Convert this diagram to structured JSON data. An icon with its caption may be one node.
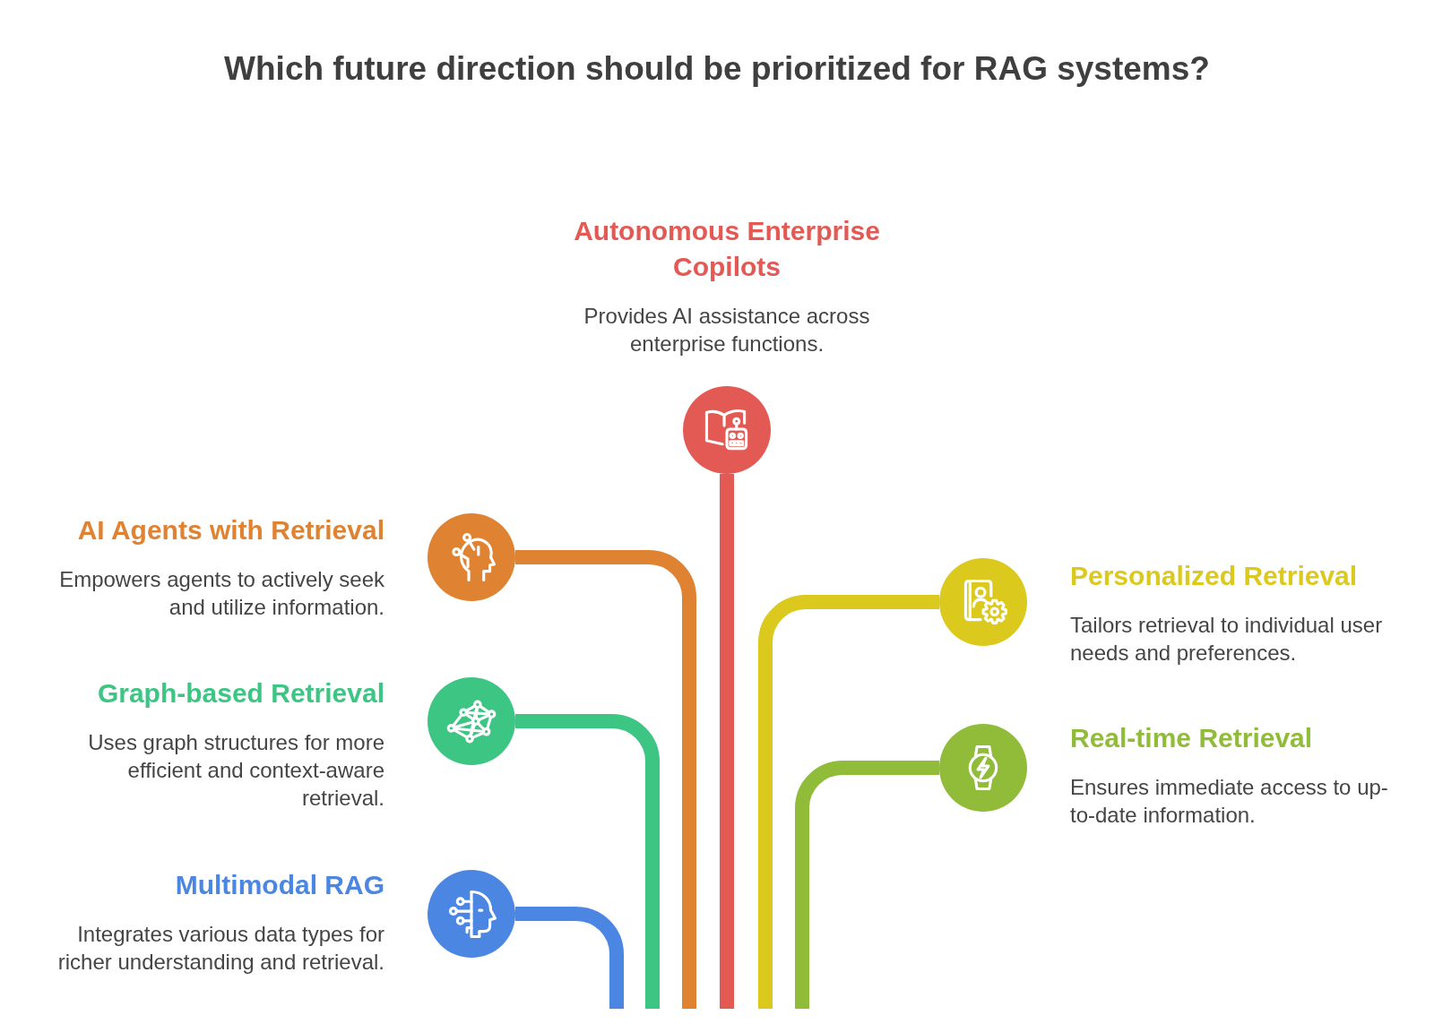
{
  "diagram": {
    "title": "Which future direction should be prioritized for RAG systems?",
    "nodes": [
      {
        "text": [
          "Autonomous Enterprise Copilots",
          "Provides AI assistance across enterprise functions."
        ]
      },
      {
        "text": [
          "AI Agents with Retrieval",
          "Empowers agents to actively seek and utilize information."
        ]
      },
      {
        "text": [
          "Personalized Retrieval",
          "Tailors retrieval to individual user needs and preferences."
        ]
      },
      {
        "text": [
          "Graph-based Retrieval",
          "Uses graph structures for more efficient and context-aware retrieval."
        ]
      },
      {
        "text": [
          "Real-time Retrieval",
          "Ensures immediate access to up-to-date information."
        ]
      },
      {
        "text": [
          "Multimodal RAG",
          "Integrates various data types for richer understanding and retrieval."
        ]
      }
    ],
    "edges": [
      {
        "from": null,
        "to": 0,
        "arrow": "none",
        "color": "#e35a55"
      },
      {
        "from": null,
        "to": 1,
        "arrow": "none",
        "color": "#df8231"
      },
      {
        "from": null,
        "to": 2,
        "arrow": "none",
        "color": "#dcc91d"
      },
      {
        "from": null,
        "to": 3,
        "arrow": "none",
        "color": "#3dc584"
      },
      {
        "from": null,
        "to": 4,
        "arrow": "none",
        "color": "#90bc3a"
      },
      {
        "from": null,
        "to": 5,
        "arrow": "none",
        "color": "#4b87e2"
      }
    ]
  }
}
